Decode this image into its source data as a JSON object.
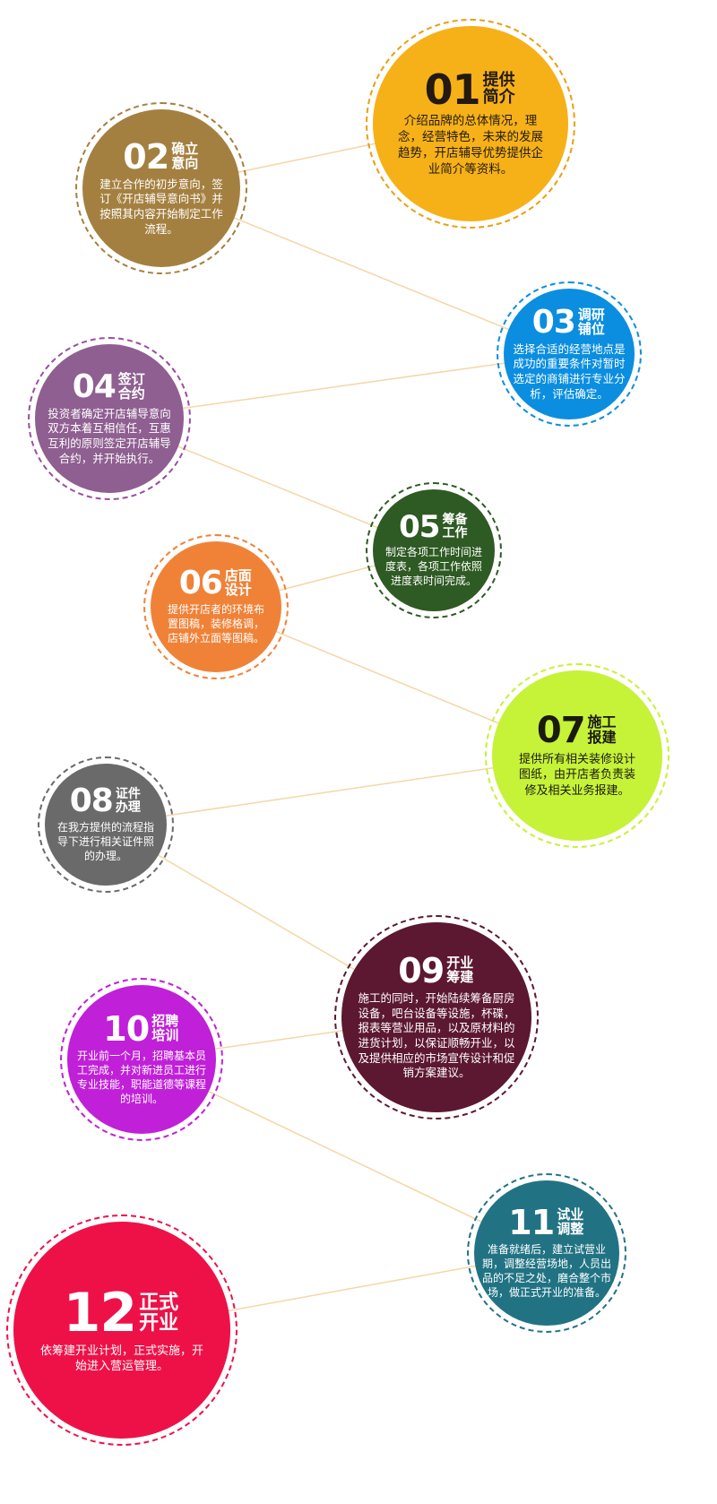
{
  "steps": [
    {
      "num": "01",
      "title": "提供简介",
      "text": "介绍品牌的总体情况，理念，经营特色，未来的发展趋势，开店辅导优势提供企业简介等资料。",
      "color": "#f6b118",
      "ring": "#e8a010",
      "textColor": "#231a10"
    },
    {
      "num": "02",
      "title": "确立意向",
      "text": "建立合作的初步意向，签订《开店辅导意向书》并按照其内容开始制定工作流程。",
      "color": "#a48040",
      "ring": "#a48040",
      "textColor": "#ffffff"
    },
    {
      "num": "03",
      "title": "调研铺位",
      "text": "选择合适的经营地点是成功的重要条件对暂时选定的商铺进行专业分析，评估确定。",
      "color": "#0b8ee0",
      "ring": "#0b8ee0",
      "textColor": "#ffffff"
    },
    {
      "num": "04",
      "title": "签订合约",
      "text": "投资者确定开店辅导意向双方本着互相信任，互惠互利的原则签定开店辅导合约，并开始执行。",
      "color": "#8e5f90",
      "ring": "#9a4fa0",
      "textColor": "#ffffff"
    },
    {
      "num": "05",
      "title": "筹备工作",
      "text": "制定各项工作时间进度表，各项工作依照进度表时间完成。",
      "color": "#2e5a23",
      "ring": "#2e5a23",
      "textColor": "#ffffff"
    },
    {
      "num": "06",
      "title": "店面设计",
      "text": "提供开店者的环境布置图稿，装修格调，店铺外立面等图稿。",
      "color": "#f08238",
      "ring": "#f08238",
      "textColor": "#ffffff"
    },
    {
      "num": "07",
      "title": "施工报建",
      "text": "提供所有相关装修设计图纸，由开店者负责装修及相关业务报建。",
      "color": "#c6f238",
      "ring": "#c6f238",
      "textColor": "#1a1a10"
    },
    {
      "num": "08",
      "title": "证件办理",
      "text": "在我方提供的流程指导下进行相关证件照的办理。",
      "color": "#6a6a6a",
      "ring": "#6a6a6a",
      "textColor": "#ffffff"
    },
    {
      "num": "09",
      "title": "开业筹建",
      "text": "施工的同时，开始陆续筹备厨房设备，吧台设备等设施，杯碟，报表等营业用品，以及原材料的进货计划，以保证顺畅开业，以及提供相应的市场宣传设计和促销方案建议。",
      "color": "#5c1830",
      "ring": "#5c1830",
      "textColor": "#ffffff"
    },
    {
      "num": "10",
      "title": "招聘培训",
      "text": "开业前一个月，招聘基本员工完成，并对新进员工进行专业技能，职能道德等课程的培训。",
      "color": "#c020d8",
      "ring": "#c020d8",
      "textColor": "#ffffff"
    },
    {
      "num": "11",
      "title": "试业调整",
      "text": "准备就绪后，建立试营业期，调整经营场地，人员出品的不足之处，磨合整个市场，做正式开业的准备。",
      "color": "#217383",
      "ring": "#217383",
      "textColor": "#ffffff"
    },
    {
      "num": "12",
      "title": "正式开业",
      "text": "依筹建开业计划，正式实施，开始进入营运管理。",
      "color": "#ee1148",
      "ring": "#ee1148",
      "textColor": "#ffffff"
    }
  ],
  "connector_color": "#f5d6a6"
}
